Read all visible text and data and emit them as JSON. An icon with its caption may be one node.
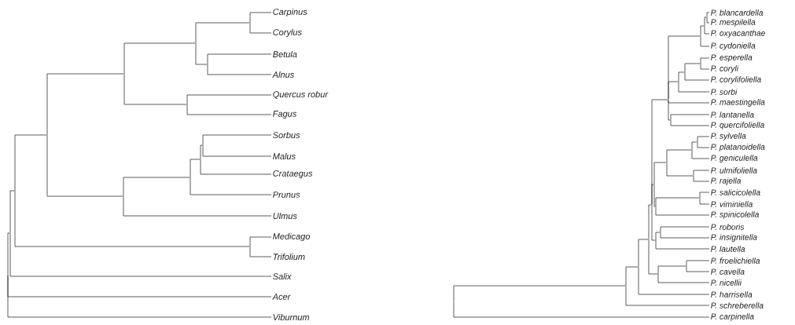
{
  "diagram": {
    "nodes": [
      {
        "text": [
          "Carpinus"
        ]
      },
      {
        "text": [
          "Corylus"
        ]
      },
      {
        "text": [
          "Betula"
        ]
      },
      {
        "text": [
          "Alnus"
        ]
      },
      {
        "text": [
          "Quercus robur"
        ]
      },
      {
        "text": [
          "Fagus"
        ]
      },
      {
        "text": [
          "Sorbus"
        ]
      },
      {
        "text": [
          "Malus"
        ]
      },
      {
        "text": [
          "Crataegus"
        ]
      },
      {
        "text": [
          "Prunus"
        ]
      },
      {
        "text": [
          "Ulmus"
        ]
      },
      {
        "text": [
          "Medicago"
        ]
      },
      {
        "text": [
          "Trifolium"
        ]
      },
      {
        "text": [
          "Salix"
        ]
      },
      {
        "text": [
          "Acer"
        ]
      },
      {
        "text": [
          "Viburnum"
        ]
      },
      {
        "text": [
          "P. blancardella"
        ]
      },
      {
        "text": [
          "P. mespilella"
        ]
      },
      {
        "text": [
          "P. oxyacanthae"
        ]
      },
      {
        "text": [
          "P. cydoniella"
        ]
      },
      {
        "text": [
          "P. esperella"
        ]
      },
      {
        "text": [
          "P. coryli"
        ]
      },
      {
        "text": [
          "P. corylifoliella"
        ]
      },
      {
        "text": [
          "P. sorbi"
        ]
      },
      {
        "text": [
          "P. maestingella"
        ]
      },
      {
        "text": [
          "P. lantanella"
        ]
      },
      {
        "text": [
          "P. quercifoliella"
        ]
      },
      {
        "text": [
          "P. sylvella"
        ]
      },
      {
        "text": [
          "P. platanoidella"
        ]
      },
      {
        "text": [
          "P. geniculella"
        ]
      },
      {
        "text": [
          "P. ulmifoliella"
        ]
      },
      {
        "text": [
          "P. rajella"
        ]
      },
      {
        "text": [
          "P. salicicolella"
        ]
      },
      {
        "text": [
          "P. viminiella"
        ]
      },
      {
        "text": [
          "P. spinicolella"
        ]
      },
      {
        "text": [
          "P. roboris"
        ]
      },
      {
        "text": [
          "P. insignitella"
        ]
      },
      {
        "text": [
          "P. lautella"
        ]
      },
      {
        "text": [
          "P. froelichiella"
        ]
      },
      {
        "text": [
          "P. cavella"
        ]
      },
      {
        "text": [
          "P. nicellii"
        ]
      },
      {
        "text": [
          "P. harrisella"
        ]
      },
      {
        "text": [
          "P. schreberella"
        ]
      },
      {
        "text": [
          "P. carpinella"
        ]
      },
      {
        "text": [],
        "shape": "point"
      },
      {
        "text": [],
        "shape": "point"
      },
      {
        "text": [],
        "shape": "point"
      },
      {
        "text": [],
        "shape": "point"
      },
      {
        "text": [],
        "shape": "point"
      },
      {
        "text": [],
        "shape": "point"
      },
      {
        "text": [],
        "shape": "point"
      },
      {
        "text": [],
        "shape": "point"
      },
      {
        "text": [],
        "shape": "point"
      },
      {
        "text": [],
        "shape": "point"
      },
      {
        "text": [],
        "shape": "point"
      },
      {
        "text": [],
        "shape": "point"
      },
      {
        "text": [],
        "shape": "point"
      },
      {
        "text": [],
        "shape": "point"
      },
      {
        "text": [],
        "shape": "point"
      },
      {
        "text": [],
        "shape": "point"
      },
      {
        "text": [],
        "shape": "point"
      },
      {
        "text": [],
        "shape": "point"
      },
      {
        "text": [],
        "shape": "point"
      },
      {
        "text": [],
        "shape": "point"
      },
      {
        "text": [],
        "shape": "point"
      },
      {
        "text": [],
        "shape": "point"
      },
      {
        "text": [],
        "shape": "point"
      },
      {
        "text": [],
        "shape": "point"
      },
      {
        "text": [],
        "shape": "point"
      },
      {
        "text": [],
        "shape": "point"
      },
      {
        "text": [],
        "shape": "point"
      },
      {
        "text": [],
        "shape": "point"
      },
      {
        "text": [],
        "shape": "point"
      },
      {
        "text": [],
        "shape": "point"
      },
      {
        "text": [],
        "shape": "point"
      },
      {
        "text": [],
        "shape": "point"
      },
      {
        "text": [],
        "shape": "point"
      },
      {
        "text": [],
        "shape": "point"
      },
      {
        "text": [],
        "shape": "point"
      },
      {
        "text": [],
        "shape": "point"
      },
      {
        "text": [],
        "shape": "point"
      },
      {
        "text": [],
        "shape": "point"
      }
    ],
    "edges": [
      {
        "from": 44,
        "to": 0,
        "arrow": "none"
      },
      {
        "from": 44,
        "to": 1,
        "arrow": "none"
      },
      {
        "from": 45,
        "to": 2,
        "arrow": "none"
      },
      {
        "from": 45,
        "to": 3,
        "arrow": "none"
      },
      {
        "from": 46,
        "to": 44,
        "arrow": "none"
      },
      {
        "from": 46,
        "to": 45,
        "arrow": "none"
      },
      {
        "from": 47,
        "to": 4,
        "arrow": "none"
      },
      {
        "from": 47,
        "to": 5,
        "arrow": "none"
      },
      {
        "from": 48,
        "to": 46,
        "arrow": "none"
      },
      {
        "from": 48,
        "to": 47,
        "arrow": "none"
      },
      {
        "from": 49,
        "to": 6,
        "arrow": "none"
      },
      {
        "from": 49,
        "to": 7,
        "arrow": "none"
      },
      {
        "from": 50,
        "to": 49,
        "arrow": "none"
      },
      {
        "from": 50,
        "to": 8,
        "arrow": "none"
      },
      {
        "from": 51,
        "to": 50,
        "arrow": "none"
      },
      {
        "from": 51,
        "to": 9,
        "arrow": "none"
      },
      {
        "from": 52,
        "to": 51,
        "arrow": "none"
      },
      {
        "from": 52,
        "to": 10,
        "arrow": "none"
      },
      {
        "from": 53,
        "to": 48,
        "arrow": "none"
      },
      {
        "from": 53,
        "to": 52,
        "arrow": "none"
      },
      {
        "from": 54,
        "to": 11,
        "arrow": "none"
      },
      {
        "from": 54,
        "to": 12,
        "arrow": "none"
      },
      {
        "from": 55,
        "to": 53,
        "arrow": "none"
      },
      {
        "from": 55,
        "to": 54,
        "arrow": "none"
      },
      {
        "from": 56,
        "to": 55,
        "arrow": "none"
      },
      {
        "from": 56,
        "to": 13,
        "arrow": "none"
      },
      {
        "from": 57,
        "to": 56,
        "arrow": "none"
      },
      {
        "from": 57,
        "to": 14,
        "arrow": "none"
      },
      {
        "from": 57,
        "to": 15,
        "arrow": "none"
      },
      {
        "from": 58,
        "to": 16,
        "arrow": "none"
      },
      {
        "from": 58,
        "to": 17,
        "arrow": "none"
      },
      {
        "from": 59,
        "to": 58,
        "arrow": "none"
      },
      {
        "from": 59,
        "to": 18,
        "arrow": "none"
      },
      {
        "from": 60,
        "to": 59,
        "arrow": "none"
      },
      {
        "from": 60,
        "to": 19,
        "arrow": "none"
      },
      {
        "from": 61,
        "to": 20,
        "arrow": "none"
      },
      {
        "from": 61,
        "to": 21,
        "arrow": "none"
      },
      {
        "from": 62,
        "to": 61,
        "arrow": "none"
      },
      {
        "from": 62,
        "to": 22,
        "arrow": "none"
      },
      {
        "from": 63,
        "to": 62,
        "arrow": "none"
      },
      {
        "from": 63,
        "to": 23,
        "arrow": "none"
      },
      {
        "from": 64,
        "to": 25,
        "arrow": "none"
      },
      {
        "from": 64,
        "to": 26,
        "arrow": "none"
      },
      {
        "from": 65,
        "to": 60,
        "arrow": "none"
      },
      {
        "from": 65,
        "to": 63,
        "arrow": "none"
      },
      {
        "from": 65,
        "to": 24,
        "arrow": "none"
      },
      {
        "from": 65,
        "to": 64,
        "arrow": "none"
      },
      {
        "from": 66,
        "to": 27,
        "arrow": "none"
      },
      {
        "from": 66,
        "to": 28,
        "arrow": "none"
      },
      {
        "from": 67,
        "to": 66,
        "arrow": "none"
      },
      {
        "from": 67,
        "to": 29,
        "arrow": "none"
      },
      {
        "from": 68,
        "to": 30,
        "arrow": "none"
      },
      {
        "from": 68,
        "to": 31,
        "arrow": "none"
      },
      {
        "from": 69,
        "to": 67,
        "arrow": "none"
      },
      {
        "from": 69,
        "to": 68,
        "arrow": "none"
      },
      {
        "from": 70,
        "to": 32,
        "arrow": "none"
      },
      {
        "from": 70,
        "to": 33,
        "arrow": "none"
      },
      {
        "from": 71,
        "to": 70,
        "arrow": "none"
      },
      {
        "from": 71,
        "to": 34,
        "arrow": "none"
      },
      {
        "from": 72,
        "to": 69,
        "arrow": "none"
      },
      {
        "from": 72,
        "to": 71,
        "arrow": "none"
      },
      {
        "from": 73,
        "to": 35,
        "arrow": "none"
      },
      {
        "from": 73,
        "to": 36,
        "arrow": "none"
      },
      {
        "from": 74,
        "to": 73,
        "arrow": "none"
      },
      {
        "from": 74,
        "to": 37,
        "arrow": "none"
      },
      {
        "from": 75,
        "to": 65,
        "arrow": "none"
      },
      {
        "from": 75,
        "to": 72,
        "arrow": "none"
      },
      {
        "from": 75,
        "to": 74,
        "arrow": "none"
      },
      {
        "from": 76,
        "to": 38,
        "arrow": "none"
      },
      {
        "from": 76,
        "to": 39,
        "arrow": "none"
      },
      {
        "from": 77,
        "to": 76,
        "arrow": "none"
      },
      {
        "from": 77,
        "to": 40,
        "arrow": "none"
      },
      {
        "from": 78,
        "to": 75,
        "arrow": "none"
      },
      {
        "from": 78,
        "to": 77,
        "arrow": "none"
      },
      {
        "from": 79,
        "to": 78,
        "arrow": "none"
      },
      {
        "from": 79,
        "to": 41,
        "arrow": "none"
      },
      {
        "from": 80,
        "to": 79,
        "arrow": "none"
      },
      {
        "from": 80,
        "to": 42,
        "arrow": "none"
      },
      {
        "from": 81,
        "to": 80,
        "arrow": "none"
      },
      {
        "from": 81,
        "to": 43,
        "arrow": "none"
      }
    ]
  }
}
